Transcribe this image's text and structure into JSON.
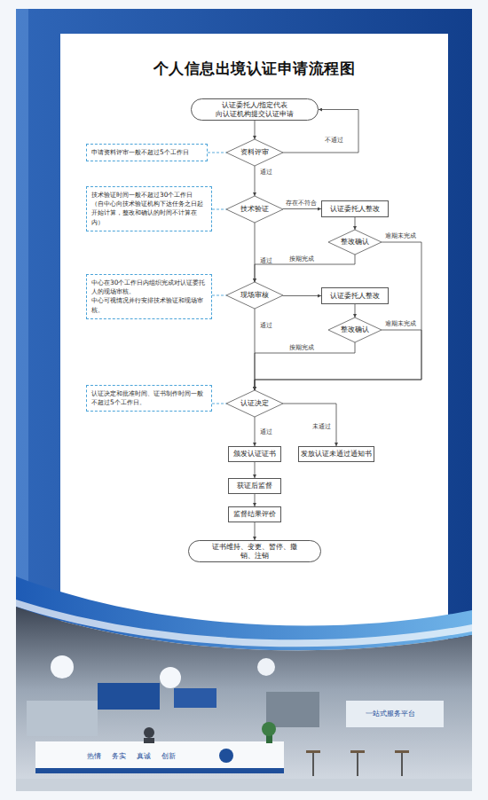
{
  "diagram": {
    "title": "个人信息出境认证申请流程图",
    "nodes": [
      {
        "text": [
          "认证委托人/指定代表 向认证机构提交认证申请"
        ]
      },
      {
        "text": [
          "申请资料评审一般不超过5个工作日"
        ]
      },
      {
        "text": [
          "资料评审"
        ]
      },
      {
        "text": [
          "技术验证时间一般不超过30个工作日 （自中心向技术验证机构下达任务之日起开始计算，整改和确认的时间不计算在内）"
        ]
      },
      {
        "text": [
          "技术验证"
        ]
      },
      {
        "text": [
          "认证委托人整改"
        ]
      },
      {
        "text": [
          "整改确认"
        ]
      },
      {
        "text": [
          "中心在30个工作日内组织完成对认证委托人的现场审核。",
          "中心可视情况并行安排技术验证和现场审核。"
        ]
      },
      {
        "text": [
          "现场审核"
        ]
      },
      {
        "text": [
          "认证委托人整改"
        ]
      },
      {
        "text": [
          "整改确认"
        ]
      },
      {
        "text": [
          "认证决定和批准时间、证书制作时间一般不超过5个工作日。"
        ]
      },
      {
        "text": [
          "认证决定"
        ]
      },
      {
        "text": [
          "颁发认证证书"
        ]
      },
      {
        "text": [
          "发放认证未通过通知书"
        ]
      },
      {
        "text": [
          "获证后监督"
        ]
      },
      {
        "text": [
          "监督结果评价"
        ]
      },
      {
        "text": [
          "证书维持、变更、暂停、撤销、注销"
        ]
      }
    ],
    "edges": [
      {
        "from": 0,
        "to": 2,
        "arrow": "to"
      },
      {
        "from": 2,
        "to": 0,
        "label": "不通过",
        "arrow": "to"
      },
      {
        "from": 2,
        "to": 4,
        "label": "通过",
        "arrow": "to"
      },
      {
        "from": 4,
        "to": 5,
        "label": "存在不符合",
        "arrow": "to"
      },
      {
        "from": 5,
        "to": 6,
        "arrow": "to"
      },
      {
        "from": 6,
        "to": 8,
        "label": "按期完成",
        "arrow": "to"
      },
      {
        "from": 6,
        "to": 12,
        "label": "逾期未完成",
        "arrow": "to"
      },
      {
        "from": 4,
        "to": 8,
        "label": "通过",
        "arrow": "to"
      },
      {
        "from": 8,
        "to": 9,
        "arrow": "to"
      },
      {
        "from": 9,
        "to": 10,
        "arrow": "to"
      },
      {
        "from": 10,
        "to": 12,
        "label": "按期完成",
        "arrow": "to"
      },
      {
        "from": 10,
        "to": 12,
        "label": "逾期未完成",
        "arrow": "to"
      },
      {
        "from": 8,
        "to": 12,
        "label": "通过",
        "arrow": "to"
      },
      {
        "from": 12,
        "to": 13,
        "label": "通过",
        "arrow": "to"
      },
      {
        "from": 12,
        "to": 14,
        "label": "未通过",
        "arrow": "to"
      },
      {
        "from": 13,
        "to": 15,
        "arrow": "to"
      },
      {
        "from": 15,
        "to": 16,
        "arrow": "to"
      },
      {
        "from": 16,
        "to": 17,
        "arrow": "to"
      },
      {
        "from": 1,
        "to": 2,
        "arrow": "none"
      },
      {
        "from": 3,
        "to": 4,
        "arrow": "none"
      },
      {
        "from": 7,
        "to": 8,
        "arrow": "none"
      },
      {
        "from": 11,
        "to": 12,
        "arrow": "none"
      }
    ],
    "labels": [
      "热情",
      "务实",
      "真诚",
      "创新",
      "一站式服务平台"
    ]
  }
}
